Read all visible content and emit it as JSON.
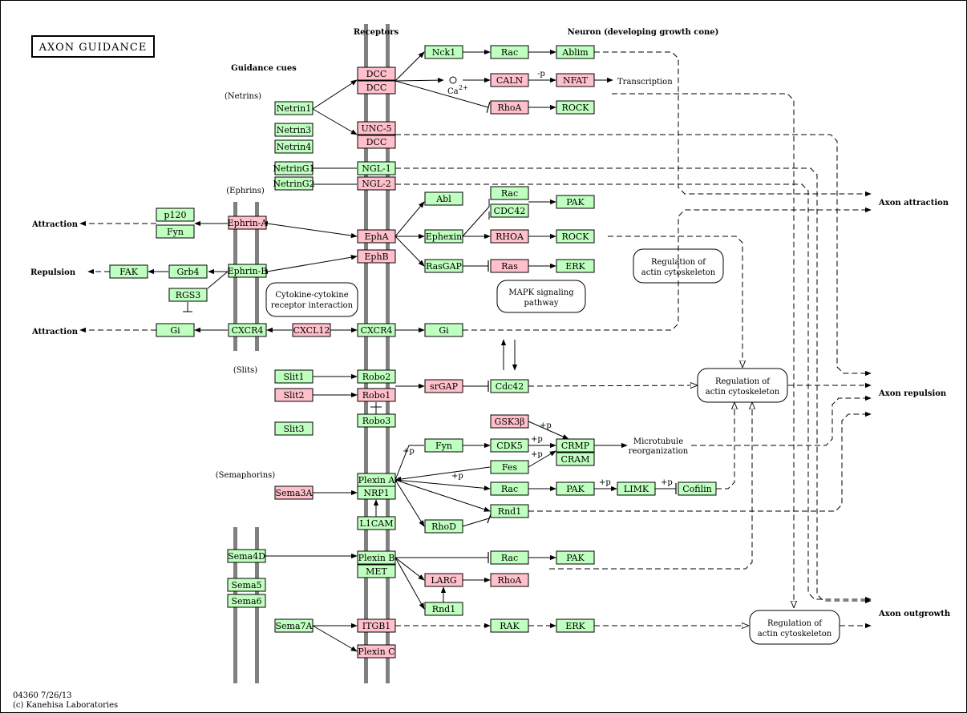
{
  "title": "AXON GUIDANCE",
  "headers": {
    "receptors": "Receptors",
    "neuron": "Neuron (developing growth cone)",
    "guidance_cues": "Guidance cues"
  },
  "categories": {
    "netrins": "(Netrins)",
    "ephrins": "(Ephrins)",
    "slits": "(Slits)",
    "semaphorins": "(Semaphorins)"
  },
  "outcomes": {
    "attraction_1": "Attraction",
    "repulsion": "Repulsion",
    "attraction_2": "Attraction",
    "axon_attraction": "Axon attraction",
    "axon_repulsion": "Axon repulsion",
    "axon_outgrowth": "Axon outgrowth"
  },
  "notes": {
    "transcription": "Transcription",
    "ca": "Ca",
    "ca_sup": "2+",
    "microtubule_1": "Microtubule",
    "microtubule_2": "reorganization",
    "p_calnfat": "-p",
    "p_gsk": "+p",
    "p_cdk5_crmp": "+p",
    "p_fes_crmp": "+p",
    "p_fyn": "+p",
    "p_rac": "+p",
    "p_pak_limk": "+p",
    "p_limk_cof": "+p"
  },
  "modules": {
    "cytokine_1": "Cytokine-cytokine",
    "cytokine_2": "receptor interaction",
    "mapk_1": "MAPK signaling",
    "mapk_2": "pathway"
  },
  "processes": {
    "reg_a_1": "Regulation of",
    "reg_a_2": "actin cytoskeleton",
    "reg_b_1": "Regulation of",
    "reg_b_2": "actin cytoskeleton",
    "reg_c_1": "Regulation of",
    "reg_c_2": "actin cytoskeleton"
  },
  "footer": {
    "line1": "04360 7/26/13",
    "line2": "(c) Kanehisa Laboratories"
  },
  "colors": {
    "green": "#bfffbf",
    "pink": "#ffc0cb",
    "membrane": "#808080"
  },
  "genes": {
    "dcc1": "DCC",
    "dcc2": "DCC",
    "unc5": "UNC-5",
    "dcc3": "DCC",
    "netrin1": "Netrin1",
    "netrin3": "Netrin3",
    "netrin4": "Netrin4",
    "netring1": "NetrinG1",
    "netring2": "NetrinG2",
    "ngl1": "NGL-1",
    "ngl2": "NGL-2",
    "nck1": "Nck1",
    "rac1": "Rac",
    "ablim": "Ablim",
    "caln": "CALN",
    "nfat": "NFAT",
    "rhoa1": "RhoA",
    "rock1": "ROCK",
    "abl": "Abl",
    "rac2": "Rac",
    "cdc42a": "CDC42",
    "pak1": "PAK",
    "epha": "EphA",
    "ephb": "EphB",
    "ephexin": "Ephexin",
    "rhoa2": "RHOA",
    "rock2": "ROCK",
    "rasgap": "RasGAP",
    "ras": "Ras",
    "erk1": "ERK",
    "p120": "p120",
    "fyn1": "Fyn",
    "ephrina": "Ephrin-A",
    "ephrinb": "Ephrin-B",
    "fak": "FAK",
    "grb4": "Grb4",
    "rgs3": "RGS3",
    "gi1": "Gi",
    "cxcr4a": "CXCR4",
    "cxcl12": "CXCL12",
    "cxcr4b": "CXCR4",
    "gi2": "Gi",
    "slit1": "Slit1",
    "slit2": "Slit2",
    "slit3": "Slit3",
    "robo2": "Robo2",
    "robo1": "Robo1",
    "robo3": "Robo3",
    "srgap": "srGAP",
    "cdc42b": "Cdc42",
    "gsk3b": "GSK3β",
    "fyn2": "Fyn",
    "cdk5": "CDK5",
    "crmp": "CRMP",
    "cram": "CRAM",
    "fes": "Fes",
    "sema3a": "Sema3A",
    "plexina": "Plexin A",
    "nrp1": "NRP1",
    "rac3": "Rac",
    "pak2": "PAK",
    "limk": "LIMK",
    "cofilin": "Cofilin",
    "rnd1a": "Rnd1",
    "rhod": "RhoD",
    "l1cam": "L1CAM",
    "sema4d": "Sema4D",
    "plexinb": "Plexin B",
    "met": "MET",
    "sema5": "Sema5",
    "sema6": "Sema6",
    "rac4": "Rac",
    "pak3": "PAK",
    "larg": "LARG",
    "rhoa3": "RhoA",
    "rnd1b": "Rnd1",
    "sema7a": "Sema7A",
    "itgb1": "ITGB1",
    "plexinc": "Plexin C",
    "rak": "RAK",
    "erk2": "ERK"
  }
}
